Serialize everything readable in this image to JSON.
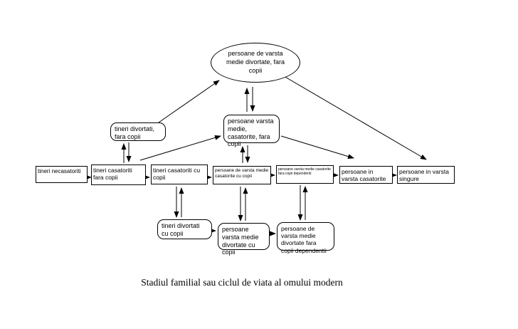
{
  "diagram": {
    "caption": "Stadiul familial sau ciclul de viata al omului modern",
    "ellipse": "persoane de varsta medie divortate, fara copii",
    "upper_nodes": {
      "young_divorced_no_children": "tineri divortati, fara copii",
      "middle_age_married_no_children": "persoane varsta medie, casatorite, fara copii"
    },
    "main_row": [
      "tineri necasatoriti",
      "tineri casatoriti fara copii",
      "tineri casatoriti cu copii",
      "persoane de varsta medie casatorite cu copii",
      "persoane varsta medie casatorite fara copii dependenti",
      "persoane in varsta casatorite",
      "persoane in varsta singure"
    ],
    "bottom_row": [
      "tineri divortati cu copii",
      "persoane varsta medie divortate cu copii",
      "persoane de varsta medie divortate fara copii dependentii"
    ]
  }
}
